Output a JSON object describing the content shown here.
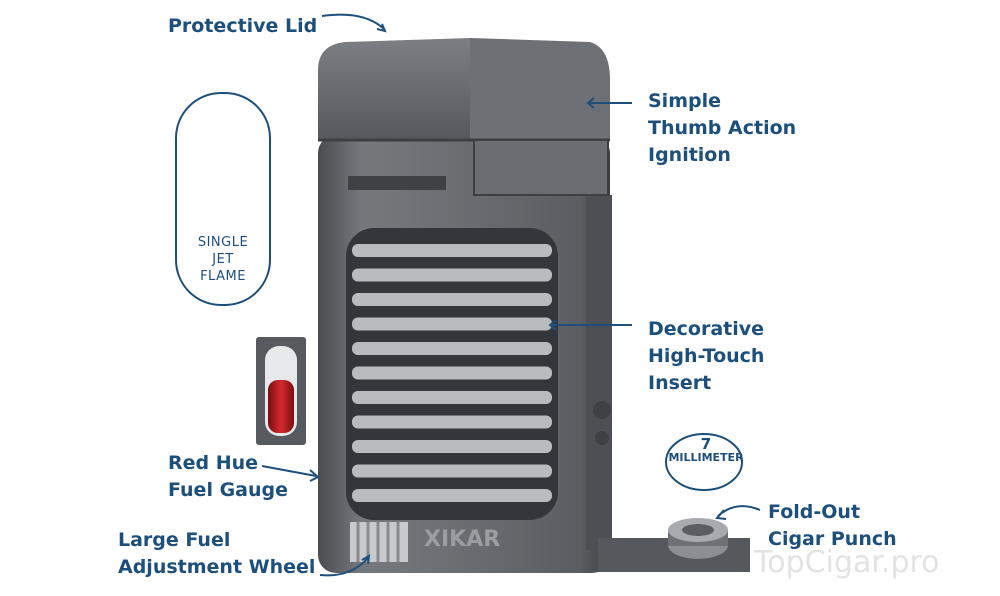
{
  "labels": {
    "protective_lid": "Protective Lid",
    "ignition": "Simple\nThumb Action\nIgnition",
    "insert": "Decorative\nHigh-Touch\nInsert",
    "fuel_gauge": "Red Hue\nFuel Gauge",
    "fuel_wheel": "Large Fuel\nAdjustment Wheel",
    "cigar_punch": "Fold-Out\nCigar Punch"
  },
  "flame_badge": {
    "text": "SINGLE\nJET\nFLAME"
  },
  "punch_size": {
    "number": "7",
    "unit": "MILLIMETER"
  },
  "brand": "XIKAR",
  "watermark": "TopCigar.pro",
  "colors": {
    "label": "#1d4f7c",
    "body": "#5c5f63",
    "gauge_red": "#b3141a",
    "flame": "#6fb2d8"
  }
}
